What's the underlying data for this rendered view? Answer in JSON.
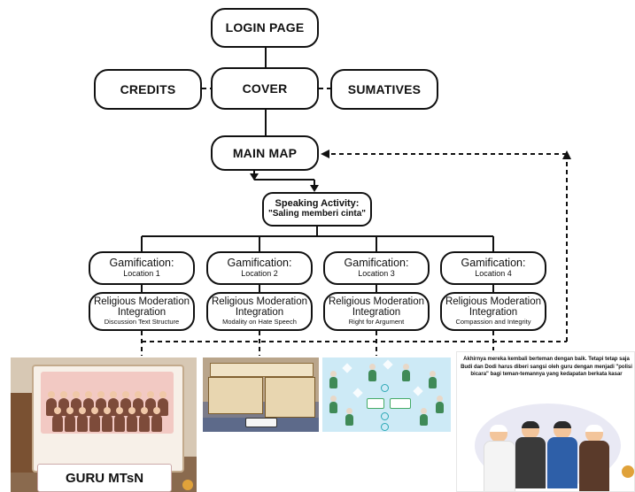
{
  "nodes": {
    "login": "LOGIN PAGE",
    "cover": "COVER",
    "credits": "CREDITS",
    "sumatives": "SUMATIVES",
    "main_map": "MAIN MAP",
    "speaking_title": "Speaking Activity:",
    "speaking_sub": "\"Saling memberi cinta\""
  },
  "gamification": [
    {
      "title": "Gamification:",
      "sub": "Location 1"
    },
    {
      "title": "Gamification:",
      "sub": "Location 2"
    },
    {
      "title": "Gamification:",
      "sub": "Location 3"
    },
    {
      "title": "Gamification:",
      "sub": "Location 4"
    }
  ],
  "religious": [
    {
      "line1": "Religious Moderation",
      "line2": "Integration",
      "sub": "Discussion Text Structure"
    },
    {
      "line1": "Religious Moderation",
      "line2": "Integration",
      "sub": "Modality on Hate Speech"
    },
    {
      "line1": "Religious Moderation",
      "line2": "Integration",
      "sub": "Right for Argument"
    },
    {
      "line1": "Religious Moderation",
      "line2": "Integration",
      "sub": "Compassion and Integrity"
    }
  ],
  "thumbnails": {
    "guru_label": "GURU MTsN",
    "story_text": "Akhirnya mereka kembali berteman dengan baik. Tetapi tetap saja Budi dan Dodi harus diberi sangsi oleh guru dengan menjadi \"polisi bicara\" bagi teman-temannya yang kedapatan berkata kasar"
  },
  "colors": {
    "line": "#111111",
    "box_border": "#111111"
  }
}
